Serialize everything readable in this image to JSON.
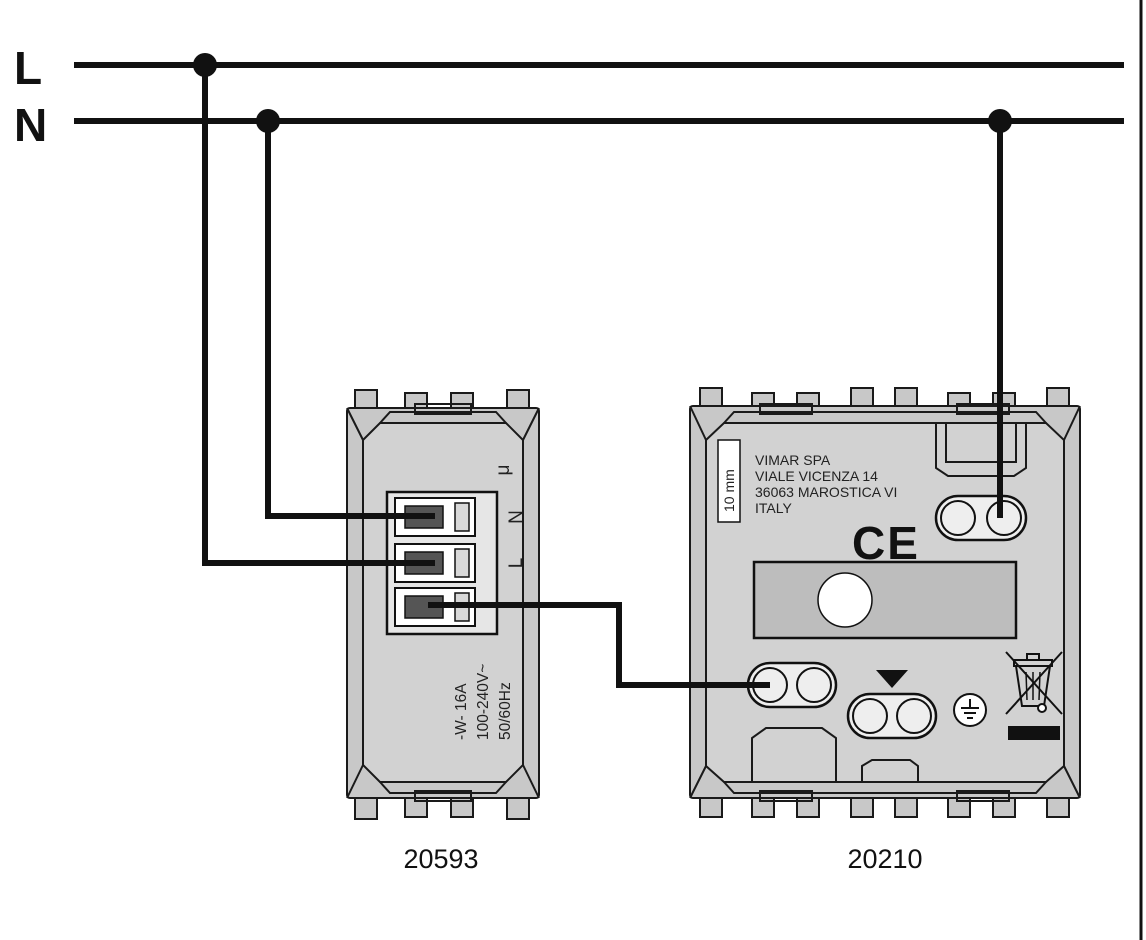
{
  "buses": {
    "line_label": "L",
    "neutral_label": "N"
  },
  "left_device": {
    "model": "20593",
    "terminal_n_label": "N",
    "terminal_l_label": "L",
    "terminal_out_label": "μ",
    "rating_line1": "-W- 16A",
    "rating_line2": "100-240V~",
    "rating_line3": "50/60Hz"
  },
  "right_device": {
    "model": "20210",
    "strip_length": "10 mm",
    "maker_line1": "VIMAR SPA",
    "maker_line2": "VIALE VICENZA 14",
    "maker_line3": "36063 MAROSTICA VI",
    "maker_line4": "ITALY",
    "ce_mark": "CE",
    "icons": [
      "earth-ground-icon",
      "weee-bin-icon",
      "arrow-down-icon"
    ]
  },
  "colors": {
    "wire": "#111111",
    "device_body": "#c8c8c8"
  }
}
